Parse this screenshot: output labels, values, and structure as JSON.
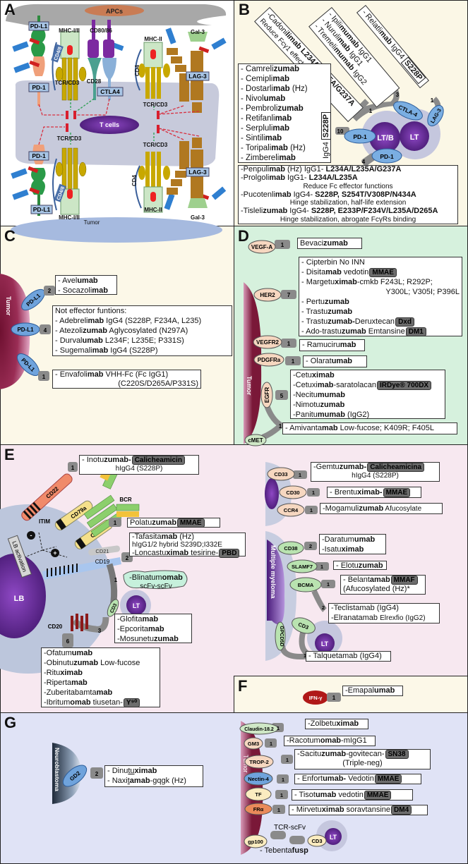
{
  "panels": {
    "A": "A",
    "B": "B",
    "C": "C",
    "D": "D",
    "E": "E",
    "F": "F",
    "G": "G"
  },
  "A": {
    "apcs": "APCs",
    "pdl1": "PD-L1",
    "pd1": "PD-1",
    "mhc12": "MHC-I/II",
    "cd48": "CD4/8",
    "cd8086": "CD80/86",
    "cd28": "CD28",
    "ctla4": "CTLA4",
    "tcr": "TCR/CD3",
    "tcells": "T cells",
    "mhc2": "MHC-II",
    "cd4": "CD4",
    "gal3": "Gal-3",
    "lag3": "LAG-3",
    "tumor": "Tumor"
  },
  "B": {
    "cadonilimab": [
      [
        [
          "-Cadoni",
          ""
        ],
        [
          "limab L234A/L235A/G237A",
          "b"
        ]
      ],
      [
        [
          "Reduce Fcγ1 effector function",
          "s"
        ]
      ]
    ],
    "ctla4_drugs": [
      [
        [
          "- Ipili",
          ""
        ],
        [
          "mumab",
          "b"
        ],
        [
          " IgG1",
          ""
        ]
      ],
      [
        [
          "- Nuruli",
          ""
        ],
        [
          "mab",
          "b"
        ],
        [
          " IgG1",
          ""
        ]
      ],
      [
        [
          "- Tremeli",
          ""
        ],
        [
          "mumab",
          "b"
        ],
        [
          " IgG2",
          ""
        ]
      ]
    ],
    "relatlimab": [
      [
        [
          "- Relatli",
          ""
        ],
        [
          "mab",
          "b"
        ],
        [
          " IgG4 ",
          ""
        ],
        [
          "S228P",
          "tb"
        ]
      ]
    ],
    "pd1_list": [
      [
        [
          "- Camreli",
          ""
        ],
        [
          "zumab",
          "b"
        ]
      ],
      [
        [
          "- Cemipli",
          ""
        ],
        [
          "mab",
          "b"
        ]
      ],
      [
        [
          "- Dostarli",
          ""
        ],
        [
          "mab",
          "b"
        ],
        [
          " (Hz)",
          ""
        ]
      ],
      [
        [
          "- Nivol",
          ""
        ],
        [
          "umab",
          "b"
        ]
      ],
      [
        [
          "- Pembroli",
          ""
        ],
        [
          "zumab",
          "b"
        ]
      ],
      [
        [
          "- Retifanli",
          ""
        ],
        [
          "mab",
          "b"
        ]
      ],
      [
        [
          "- Serpluli",
          ""
        ],
        [
          "mab",
          "b"
        ]
      ],
      [
        [
          "- Sintili",
          ""
        ],
        [
          "mab",
          "b"
        ]
      ],
      [
        [
          "- Toripali",
          ""
        ],
        [
          "mab",
          "b"
        ],
        [
          " (Hz)",
          ""
        ]
      ],
      [
        [
          "- Zimbereli",
          ""
        ],
        [
          "mab",
          "b"
        ]
      ]
    ],
    "igg4": "IgG4",
    "s228p": "S228P",
    "pd1_list2": [
      [
        [
          "-Penpuli",
          ""
        ],
        [
          "mab",
          "b"
        ],
        [
          " (Hz) IgG1- ",
          ""
        ],
        [
          "L234A/L235A/G237A",
          "b"
        ]
      ],
      [
        [
          "-Prolgoli",
          ""
        ],
        [
          "mab",
          "b"
        ],
        [
          "          IgG1- ",
          ""
        ],
        [
          "L234A/L235A",
          "b"
        ]
      ],
      [
        [
          "Reduce Fc effector functions",
          "s"
        ]
      ],
      [
        [
          "-Pucotenli",
          ""
        ],
        [
          "mab",
          "b"
        ],
        [
          " IgG4- ",
          ""
        ],
        [
          "S228P, S254T/V308P/N434A",
          "b"
        ]
      ],
      [
        [
          "Hinge stabilization, half-life extension",
          "s"
        ]
      ],
      [
        [
          "-Tisleli",
          ""
        ],
        [
          "zumab",
          "b"
        ],
        [
          "  IgG4- ",
          ""
        ],
        [
          "S228P, E233P/F234V/L235A/D265A",
          "b"
        ]
      ],
      [
        [
          "Hinge stabilization, abrogate FcγRs binding",
          "s"
        ]
      ]
    ],
    "n10": "10",
    "n4": "4",
    "n1a": "1",
    "n3": "3",
    "n1b": "1",
    "pd1": "PD-1",
    "ctla4": "CTLA-4",
    "lag3": "LAG-3",
    "ltb": "LT/B",
    "lt": "LT"
  },
  "C": {
    "tumor": "Tumor",
    "pdl1": "PD-L1",
    "n2": "2",
    "n4": "4",
    "n1": "1",
    "list1": [
      [
        [
          "- Avel",
          ""
        ],
        [
          "umab",
          "b"
        ]
      ],
      [
        [
          "- Socazoli",
          ""
        ],
        [
          "mab",
          "b"
        ]
      ]
    ],
    "list2": [
      [
        [
          "Not effector funtions:",
          ""
        ]
      ],
      [
        [
          "-    Adebreli",
          ""
        ],
        [
          "mab",
          "b"
        ],
        [
          " IgG4 (S228P, F234A, L235)",
          ""
        ]
      ],
      [
        [
          "-    Atezoli",
          ""
        ],
        [
          "zumab",
          "b"
        ],
        [
          " Aglycosylated (N297A)",
          ""
        ]
      ],
      [
        [
          "-    Durval",
          ""
        ],
        [
          "umab",
          "b"
        ],
        [
          " L234F; L235E; P331S)",
          ""
        ]
      ],
      [
        [
          "-    Sugemali",
          ""
        ],
        [
          "mab",
          "b"
        ],
        [
          " IgG4 (S228P)",
          ""
        ]
      ]
    ],
    "list3": [
      [
        [
          "- Envafoli",
          ""
        ],
        [
          "mab",
          "b"
        ],
        [
          " VHH-Fc (Fc IgG1)",
          ""
        ]
      ],
      [
        [
          "(C220S/D265A/P331S)",
          "c"
        ]
      ]
    ]
  },
  "D": {
    "tumor": "Tumor",
    "vegfa": "VEGF-A",
    "her2": "HER2",
    "vegfr2": "VEGFR2",
    "pdgfra": "PDGFRa",
    "egfr": "EGFR",
    "cmet": "cMET",
    "n_vegfa": "1",
    "n_her2": "7",
    "n_vegfr2": "1",
    "n_pdgfra": "1",
    "n_egfr": "5",
    "n_cmet": "1",
    "bev": [
      [
        [
          "Bevaci",
          ""
        ],
        [
          "zumab",
          "b"
        ]
      ]
    ],
    "her2_list": [
      [
        [
          "- Cipterbin No INN",
          ""
        ]
      ],
      [
        [
          "- Disita",
          ""
        ],
        [
          "mab",
          "b"
        ],
        [
          " vedotin",
          ""
        ],
        [
          "MMAE",
          "t"
        ]
      ],
      [
        [
          "- Margetu",
          ""
        ],
        [
          "ximab",
          "b"
        ],
        [
          "-cmkb F243L; R292P;",
          ""
        ]
      ],
      [
        [
          "Y300L; V305I; P396L",
          "c"
        ]
      ],
      [
        [
          "- Pertu",
          ""
        ],
        [
          "zumab",
          "b"
        ]
      ],
      [
        [
          "- Trastu",
          ""
        ],
        [
          "zumab",
          "b"
        ]
      ],
      [
        [
          "- Trastu",
          ""
        ],
        [
          "zumab-",
          "b"
        ],
        [
          "Deruxtecan",
          ""
        ],
        [
          "Dxd",
          "t"
        ]
      ],
      [
        [
          "- Ado-trastu",
          ""
        ],
        [
          "zumab",
          "b"
        ],
        [
          " Emtansine",
          ""
        ],
        [
          "DM1",
          "t"
        ]
      ]
    ],
    "ram": [
      [
        [
          "- Ramuciru",
          ""
        ],
        [
          "mab",
          "b"
        ]
      ]
    ],
    "ola": [
      [
        [
          "- Olarat",
          ""
        ],
        [
          "umab",
          "b"
        ]
      ]
    ],
    "egfr_list": [
      [
        [
          "-Cetu",
          ""
        ],
        [
          "ximab",
          "b"
        ]
      ],
      [
        [
          "-Cetuxi",
          ""
        ],
        [
          "mab",
          "b"
        ],
        [
          "-saratolacan",
          ""
        ],
        [
          "IRDye® 700DX",
          "t"
        ]
      ],
      [
        [
          "-Necitu",
          ""
        ],
        [
          "mumab",
          "b"
        ]
      ],
      [
        [
          "-Nimotu",
          ""
        ],
        [
          "zumab",
          "b"
        ]
      ],
      [
        [
          "-Panitu",
          ""
        ],
        [
          "mumab",
          "b"
        ],
        [
          " (IgG2)",
          ""
        ]
      ]
    ],
    "ami": [
      [
        [
          "- Amivanta",
          ""
        ],
        [
          "mab",
          "b"
        ],
        [
          " Low-fucose; K409R; F405L",
          ""
        ]
      ]
    ]
  },
  "E": {
    "lb": "LB",
    "lb_activation": "LB activation",
    "itim": "ITIM",
    "cd22": "CD22",
    "cd79a": "CD79a",
    "cd79b": "CD79b",
    "bcr": "BCR",
    "cd21": "CD21",
    "cd19": "CD19",
    "cd3": "CD3",
    "lt": "LT",
    "cd20": "CD20",
    "minus": "-",
    "plus": "+",
    "n_cd22": "1",
    "n_cd79b": "1",
    "n_cd19": "2",
    "n_blina": "1",
    "n_cd20cd3": "3",
    "n_cd20": "6",
    "ino": [
      [
        [
          "- Inotu",
          ""
        ],
        [
          "zumab-",
          "b"
        ],
        [
          "Calicheamicin",
          "t"
        ]
      ],
      [
        [
          "hIgG4 (S228P)",
          "s"
        ]
      ]
    ],
    "pola": [
      [
        [
          "Polatu",
          ""
        ],
        [
          "zumab",
          "b"
        ],
        [
          "MMAE",
          "t"
        ]
      ]
    ],
    "tafa": [
      [
        [
          "-Tafasita",
          ""
        ],
        [
          "mab",
          "b"
        ],
        [
          " (Hz)",
          ""
        ]
      ],
      [
        [
          "   hIgG1/2 hybrid S239D;I332E",
          "s"
        ]
      ],
      [
        [
          "-Loncastu",
          ""
        ],
        [
          "ximab",
          "b"
        ],
        [
          " tesirine-",
          ""
        ],
        [
          "PBD",
          "t"
        ]
      ]
    ],
    "blina": [
      [
        [
          "-Blinatum",
          ""
        ],
        [
          "omab",
          "b"
        ]
      ],
      [
        [
          "scFv-scFv",
          "s"
        ]
      ]
    ],
    "cd3_list": [
      [
        [
          "-Glofita",
          ""
        ],
        [
          "mab",
          "b"
        ]
      ],
      [
        [
          "-Epcorita",
          ""
        ],
        [
          "mab",
          "b"
        ]
      ],
      [
        [
          "-Mosunetu",
          ""
        ],
        [
          "zumab",
          "b"
        ]
      ]
    ],
    "cd20_list": [
      [
        [
          "-Ofatum",
          ""
        ],
        [
          "umab",
          "b"
        ]
      ],
      [
        [
          "-Obinutu",
          ""
        ],
        [
          "zumab",
          "b"
        ],
        [
          " Low-fucose",
          ""
        ]
      ],
      [
        [
          "-Ritu",
          ""
        ],
        [
          "ximab",
          "b"
        ]
      ],
      [
        [
          "-Riperta",
          ""
        ],
        [
          "mab",
          "b"
        ]
      ],
      [
        [
          "-Zuberitabamta",
          ""
        ],
        [
          "mab",
          "b"
        ]
      ],
      [
        [
          "-Ibritum",
          ""
        ],
        [
          "omab",
          "b"
        ],
        [
          " tiusetan-",
          ""
        ],
        [
          "Y⁹⁰",
          "t"
        ]
      ]
    ],
    "cd33": "CD33",
    "cd30": "CD30",
    "ccr4": "CCR4",
    "n1": "1",
    "gem": [
      [
        [
          "-Gemtu",
          ""
        ],
        [
          "zumab-",
          "b"
        ],
        [
          "Calicheamicina",
          "t"
        ]
      ],
      [
        [
          "hIgG4 (S228P)",
          "s"
        ]
      ]
    ],
    "bren": [
      [
        [
          "- Brentu",
          ""
        ],
        [
          "ximab-",
          "b"
        ],
        [
          "MMAE",
          "t"
        ]
      ]
    ],
    "moga": [
      [
        [
          "-Mogamuli",
          ""
        ],
        [
          "zumab",
          "b"
        ],
        [
          "  Afucosylate",
          "s"
        ]
      ]
    ],
    "mm": "Multiple myeloma",
    "cd38": "CD38",
    "slamf7": "SLAMF7",
    "bcma": "BCMA",
    "gpcd5d": "GPCD5D",
    "n2": "2",
    "dara": [
      [
        [
          "-Daratum",
          ""
        ],
        [
          "umab",
          "b"
        ]
      ],
      [
        [
          "-Isatu",
          ""
        ],
        [
          "ximab",
          "b"
        ]
      ]
    ],
    "elo": [
      [
        [
          "- Elotu",
          ""
        ],
        [
          "zumab",
          "b"
        ]
      ]
    ],
    "bela": [
      [
        [
          "- Belant",
          ""
        ],
        [
          "amab",
          "b"
        ],
        [
          "MMAF",
          "t"
        ]
      ],
      [
        [
          " (Afucosylated (Hz)*",
          ""
        ]
      ]
    ],
    "tecl": [
      [
        [
          "-Teclistamab (IgG4)",
          ""
        ]
      ],
      [
        [
          "-Elranatamab ",
          ""
        ],
        [
          "Elrexfio (IgG2)",
          "s"
        ]
      ]
    ],
    "talq": [
      [
        [
          "- Talquetamab (IgG4)",
          ""
        ]
      ]
    ]
  },
  "F": {
    "ifng": "IFN-γ",
    "n1": "1",
    "ema": [
      [
        [
          "-Emapal",
          ""
        ],
        [
          "umab",
          "b"
        ]
      ]
    ]
  },
  "G": {
    "neuro": "Neuroblastoma",
    "gd2": "GD2",
    "n2": "2",
    "dinu": [
      [
        [
          "- Dinu",
          ""
        ],
        [
          "tu",
          "u"
        ],
        [
          "ximab",
          "b"
        ]
      ],
      [
        [
          "- Naxi",
          ""
        ],
        [
          "t",
          "u"
        ],
        [
          "amab",
          "b"
        ],
        [
          "-gqgk (Hz)",
          ""
        ]
      ]
    ],
    "tumor": "Tumor",
    "claudin": "Claudin-18.2",
    "gm3": "GM3",
    "trop2": "TROP-2",
    "nectin4": "Nectin-4",
    "tf": "TF",
    "fra": "FRα",
    "gp100": "gp100",
    "n1": "1",
    "zolb": [
      [
        [
          "-Zolbetu",
          ""
        ],
        [
          "ximab",
          "b"
        ]
      ]
    ],
    "raco": [
      [
        [
          "-Racotum",
          ""
        ],
        [
          "omab",
          "b"
        ],
        [
          "-mIgG1",
          ""
        ]
      ]
    ],
    "saci": [
      [
        [
          "-Sacitu",
          ""
        ],
        [
          "zumab",
          "b"
        ],
        [
          "-govitecan-",
          ""
        ],
        [
          "SN38",
          "t"
        ]
      ],
      [
        [
          "(Triple-neg)",
          "c2"
        ]
      ]
    ],
    "enfo": [
      [
        [
          "- Enfort",
          ""
        ],
        [
          "umab-",
          "b"
        ],
        [
          " Vedotin",
          ""
        ],
        [
          "MMAE",
          "t"
        ]
      ]
    ],
    "tiso": [
      [
        [
          "- Tisot",
          ""
        ],
        [
          "umab",
          "b"
        ],
        [
          " vedotin",
          ""
        ],
        [
          "MMAE",
          "t"
        ]
      ]
    ],
    "mirv": [
      [
        [
          "- Mirvetu",
          ""
        ],
        [
          "ximab",
          "b"
        ],
        [
          " soravtansine",
          ""
        ],
        [
          "DM4",
          "t"
        ]
      ]
    ],
    "tcr_scfv": "TCR-scFv",
    "cd3": "CD3",
    "lt": "LT",
    "teben": [
      [
        [
          "- Tebenta",
          ""
        ],
        [
          "fusp",
          "b"
        ]
      ]
    ]
  },
  "colors": {
    "tumor": "#7d1838",
    "lt": "#6a2c9c",
    "antibody": "#8a8a8a",
    "ellipse_blue": "#6fa3dc",
    "ellipse_peach": "#f6d7c0",
    "ellipse_green": "#b9e3b0",
    "payload": "#6d6d6d"
  }
}
